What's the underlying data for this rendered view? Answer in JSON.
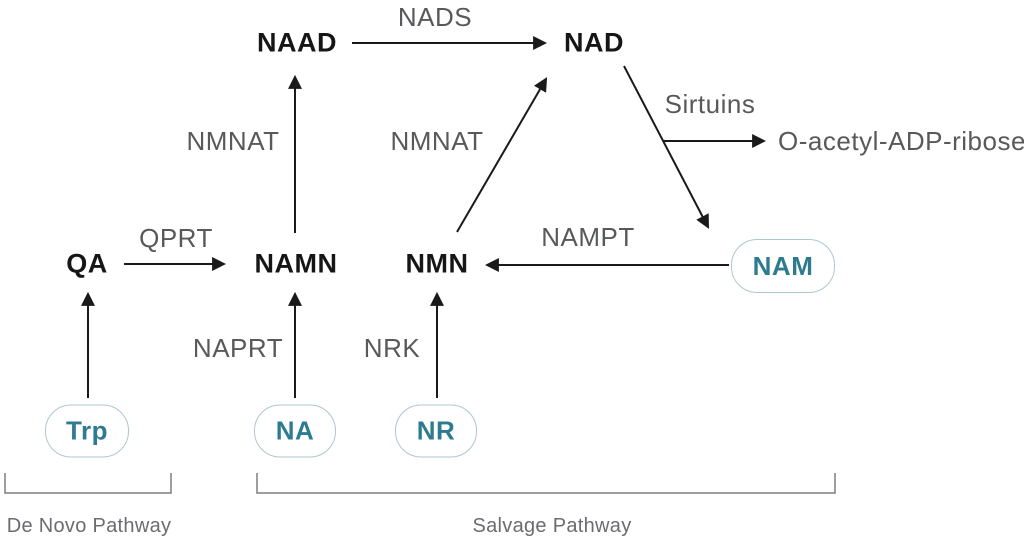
{
  "diagram": {
    "nodes": {
      "naad": "NAAD",
      "nad": "NAD",
      "qa": "QA",
      "namn": "NAMN",
      "nmn": "NMN",
      "oaar": "O-acetyl-ADP-ribose",
      "trp": "Trp",
      "na": "NA",
      "nr": "NR",
      "nam": "NAM"
    },
    "enzymes": {
      "nads": "NADS",
      "nmnat_left": "NMNAT",
      "nmnat_mid": "NMNAT",
      "qprt": "QPRT",
      "nampt": "NAMPT",
      "naprt": "NAPRT",
      "nrk": "NRK",
      "sirtuins": "Sirtuins"
    },
    "pathways": {
      "de_novo": "De Novo Pathway",
      "salvage": "Salvage Pathway"
    },
    "edges": [
      {
        "from": "NAAD",
        "to": "NAD",
        "label": "NADS"
      },
      {
        "from": "NAMN",
        "to": "NAAD",
        "label": "NMNAT"
      },
      {
        "from": "NMN",
        "to": "NAD",
        "label": "NMNAT"
      },
      {
        "from": "NAD",
        "to": "NAM",
        "label": "Sirtuins"
      },
      {
        "from": "NAD",
        "to": "O-acetyl-ADP-ribose",
        "label": "Sirtuins"
      },
      {
        "from": "NAM",
        "to": "NMN",
        "label": "NAMPT"
      },
      {
        "from": "QA",
        "to": "NAMN",
        "label": "QPRT"
      },
      {
        "from": "Trp",
        "to": "QA",
        "label": ""
      },
      {
        "from": "NA",
        "to": "NAMN",
        "label": "NAPRT"
      },
      {
        "from": "NR",
        "to": "NMN",
        "label": "NRK"
      }
    ],
    "colors": {
      "arrow": "#1a1a1a",
      "node_text": "#161616",
      "enzyme_text": "#58595b",
      "metabolite_accent": "#2e7b90",
      "metabolite_border": "#abc8d0",
      "bracket": "#7d7f82"
    }
  }
}
